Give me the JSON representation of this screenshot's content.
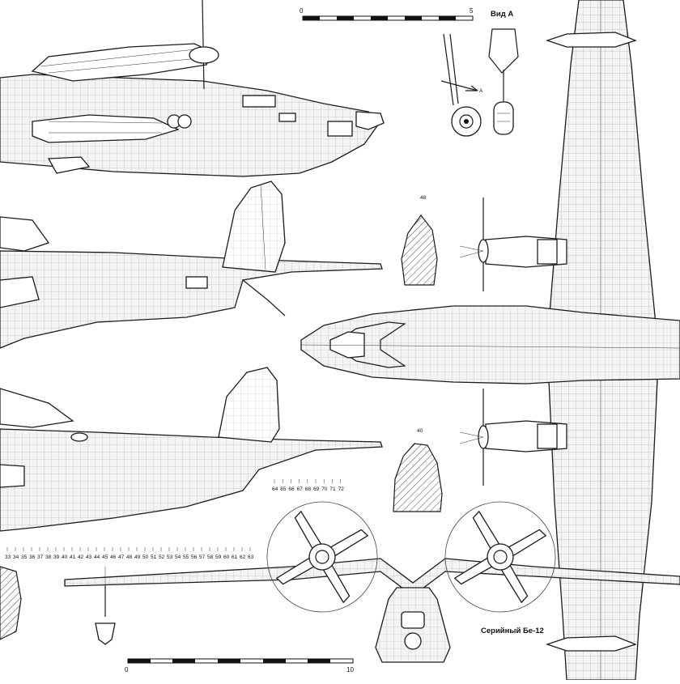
{
  "sheet": {
    "caption": "Серийный Бе-12",
    "view_a_label": "Вид А",
    "arrow_label": "А"
  },
  "scale_bars": {
    "top": {
      "start": "0",
      "end": "5"
    },
    "bottom": {
      "start": "0",
      "end": "10"
    }
  },
  "sections": {
    "section_48": "48",
    "section_40": "40"
  },
  "frames_row_1": [
    "64",
    "65",
    "66",
    "67",
    "68",
    "69",
    "70",
    "71",
    "72"
  ],
  "frames_row_2": [
    "33",
    "34",
    "35",
    "36",
    "37",
    "38",
    "39",
    "40",
    "41",
    "42",
    "43",
    "44",
    "45",
    "46",
    "47",
    "48",
    "49",
    "50",
    "51",
    "52",
    "53",
    "54",
    "55",
    "56",
    "57",
    "58",
    "59",
    "60",
    "61",
    "62",
    "63"
  ]
}
